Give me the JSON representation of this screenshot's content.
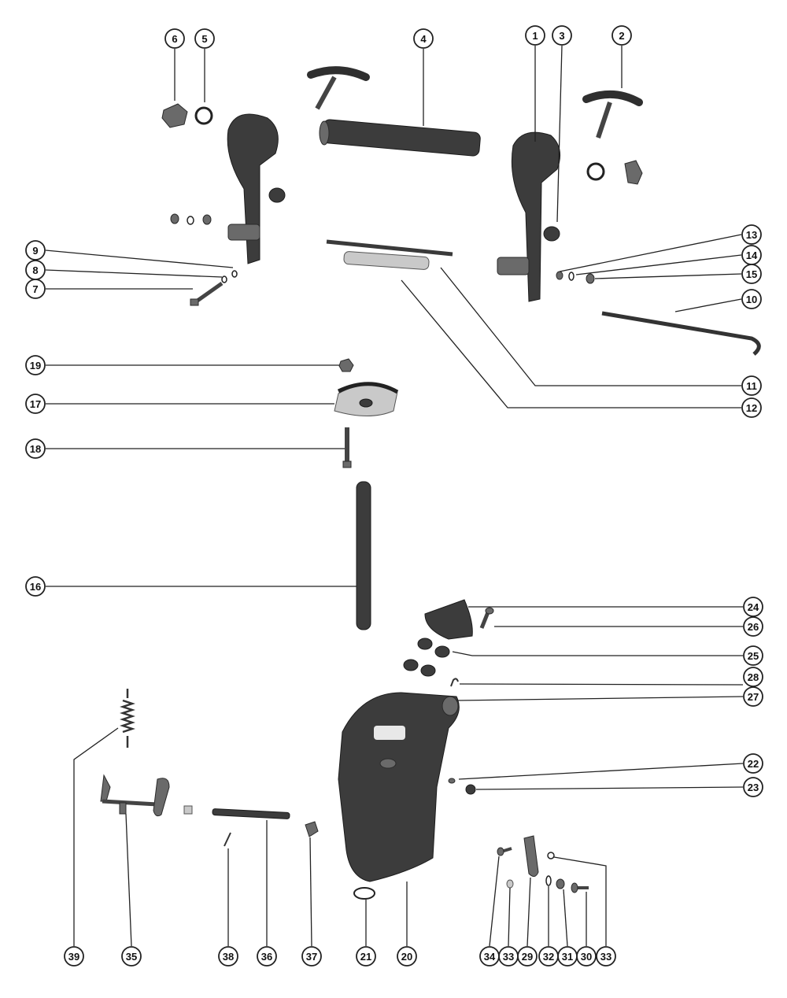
{
  "diagram": {
    "callouts": [
      {
        "id": "1",
        "label": "1"
      },
      {
        "id": "2",
        "label": "2"
      },
      {
        "id": "3",
        "label": "3"
      },
      {
        "id": "4",
        "label": "4"
      },
      {
        "id": "5",
        "label": "5"
      },
      {
        "id": "6",
        "label": "6"
      },
      {
        "id": "7",
        "label": "7"
      },
      {
        "id": "8",
        "label": "8"
      },
      {
        "id": "9",
        "label": "9"
      },
      {
        "id": "10",
        "label": "10"
      },
      {
        "id": "11",
        "label": "11"
      },
      {
        "id": "12",
        "label": "12"
      },
      {
        "id": "13",
        "label": "13"
      },
      {
        "id": "14",
        "label": "14"
      },
      {
        "id": "15",
        "label": "15"
      },
      {
        "id": "16",
        "label": "16"
      },
      {
        "id": "17",
        "label": "17"
      },
      {
        "id": "18",
        "label": "18"
      },
      {
        "id": "19",
        "label": "19"
      },
      {
        "id": "20",
        "label": "20"
      },
      {
        "id": "21",
        "label": "21"
      },
      {
        "id": "22",
        "label": "22"
      },
      {
        "id": "23",
        "label": "23"
      },
      {
        "id": "24",
        "label": "24"
      },
      {
        "id": "25",
        "label": "25"
      },
      {
        "id": "26",
        "label": "26"
      },
      {
        "id": "27",
        "label": "27"
      },
      {
        "id": "28",
        "label": "28"
      },
      {
        "id": "29",
        "label": "29"
      },
      {
        "id": "30",
        "label": "30"
      },
      {
        "id": "31",
        "label": "31"
      },
      {
        "id": "32",
        "label": "32"
      },
      {
        "id": "33a",
        "label": "33"
      },
      {
        "id": "33b",
        "label": "33"
      },
      {
        "id": "34",
        "label": "34"
      },
      {
        "id": "35",
        "label": "35"
      },
      {
        "id": "36",
        "label": "36"
      },
      {
        "id": "37",
        "label": "37"
      },
      {
        "id": "38",
        "label": "38"
      },
      {
        "id": "39",
        "label": "39"
      }
    ]
  }
}
